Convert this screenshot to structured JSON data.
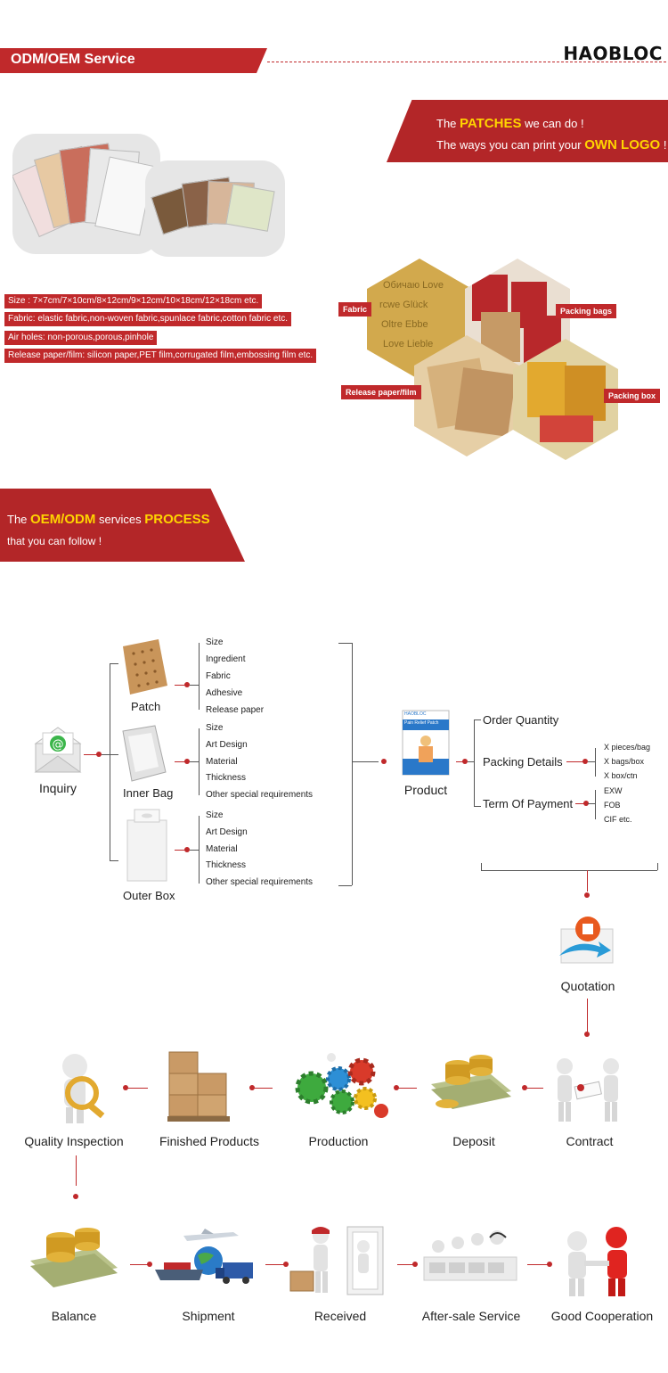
{
  "header": {
    "title": "ODM/OEM Service",
    "logo": "HAOBLOC"
  },
  "banner_patches": {
    "prefix1": "The ",
    "hl1": "PATCHES",
    "suffix1": " we can do !",
    "prefix2": "The ways you can print your ",
    "hl2": "OWN LOGO",
    "suffix2": " !"
  },
  "specs": [
    "Size : 7×7cm/7×10cm/8×12cm/9×12cm/10×18cm/12×18cm etc.",
    "Fabric: elastic fabric,non-woven fabric,spunlace fabric,cotton fabric etc.",
    "Air holes: non-porous,porous,pinhole",
    "Release paper/film: silicon paper,PET film,corrugated film,embossing film etc."
  ],
  "hex_labels": {
    "fabric": "Fabric",
    "packing_bags": "Packing bags",
    "release": "Release paper/film",
    "packing_box": "Packing box"
  },
  "fabric_words": [
    "Oбичаю Love",
    "rcwe Glück",
    "Oltre Ebbe",
    "Love Lieble"
  ],
  "banner_process": {
    "prefix1": "The ",
    "hl1": "OEM/ODM",
    "mid1": " services ",
    "hl2": "PROCESS",
    "line2": "that you can follow !"
  },
  "flow": {
    "inquiry": "Inquiry",
    "patch": {
      "label": "Patch",
      "items": [
        "Size",
        "Ingredient",
        "Fabric",
        "Adhesive",
        "Release paper"
      ]
    },
    "inner_bag": {
      "label": "Inner Bag",
      "items": [
        "Size",
        "Art Design",
        "Material",
        "Thickness",
        "Other special requirements"
      ]
    },
    "outer_box": {
      "label": "Outer Box",
      "items": [
        "Size",
        "Art Design",
        "Material",
        "Thickness",
        "Other special requirements"
      ]
    },
    "product": {
      "label": "Product",
      "box_text": "Pain Relief Patch",
      "brand": "HAOBLOC"
    },
    "order_quantity": "Order Quantity",
    "packing_details": {
      "label": "Packing Details",
      "items": [
        "X pieces/bag",
        "X bags/box",
        "X box/ctn"
      ]
    },
    "term_of_payment": {
      "label": "Term Of Payment",
      "items": [
        "EXW",
        "FOB",
        "CIF etc."
      ]
    },
    "quotation": "Quotation",
    "row1": [
      "Quality Inspection",
      "Finished Products",
      "Production",
      "Deposit",
      "Contract"
    ],
    "row2": [
      "Balance",
      "Shipment",
      "Received",
      "After-sale Service",
      "Good Cooperation"
    ]
  },
  "colors": {
    "brand_red": "#c0292b",
    "highlight": "#ffd400"
  }
}
